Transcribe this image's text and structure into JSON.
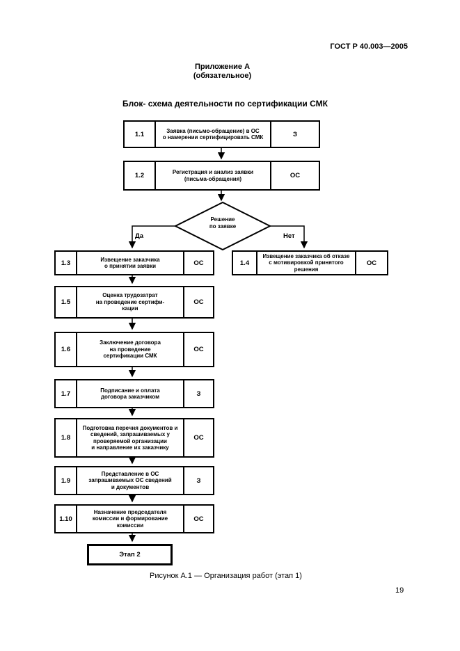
{
  "page": {
    "header": "ГОСТ Р 40.003—2005",
    "appendix": "Приложение А\n(обязательное)",
    "title": "Блок- схема деятельности по сертификации СМК",
    "caption": "Рисунок А.1 — Организация работ (этап 1)",
    "page_number": "19"
  },
  "flowchart": {
    "decision": {
      "text": "Решение\nпо заявке",
      "yes_label": "Да",
      "no_label": "Нет"
    },
    "terminal": "Этап 2",
    "nodes": [
      {
        "num": "1.1",
        "text": "Заявка (письмо-обращение) в ОС\nо намерении сертифицировать СМК",
        "actor": "З"
      },
      {
        "num": "1.2",
        "text": "Регистрация и анализ заявки\n(письма-обращения)",
        "actor": "ОС"
      },
      {
        "num": "1.3",
        "text": "Извещение заказчика\nо принятии заявки",
        "actor": "ОС"
      },
      {
        "num": "1.4",
        "text": "Извещение заказчика об отказе\nс мотивировкой принятого решения",
        "actor": "ОС"
      },
      {
        "num": "1.5",
        "text": "Оценка трудозатрат\nна проведение сертифи-\nкации",
        "actor": "ОС"
      },
      {
        "num": "1.6",
        "text": "Заключение договора\nна проведение\nсертификации СМК",
        "actor": "ОС"
      },
      {
        "num": "1.7",
        "text": "Подписание и оплата\nдоговора заказчиком",
        "actor": "З"
      },
      {
        "num": "1.8",
        "text": "Подготовка перечня документов и\nсведений, запрашиваемых у\nпроверяемой организации\nи направление их заказчику",
        "actor": "ОС"
      },
      {
        "num": "1.9",
        "text": "Представление в ОС\nзапрашиваемых ОС сведений\nи документов",
        "actor": "З"
      },
      {
        "num": "1.10",
        "text": "Назначение председателя\nкомиссии и формирование\nкомиссии",
        "actor": "ОС"
      }
    ]
  },
  "colors": {
    "line": "#000000",
    "background": "#ffffff"
  }
}
